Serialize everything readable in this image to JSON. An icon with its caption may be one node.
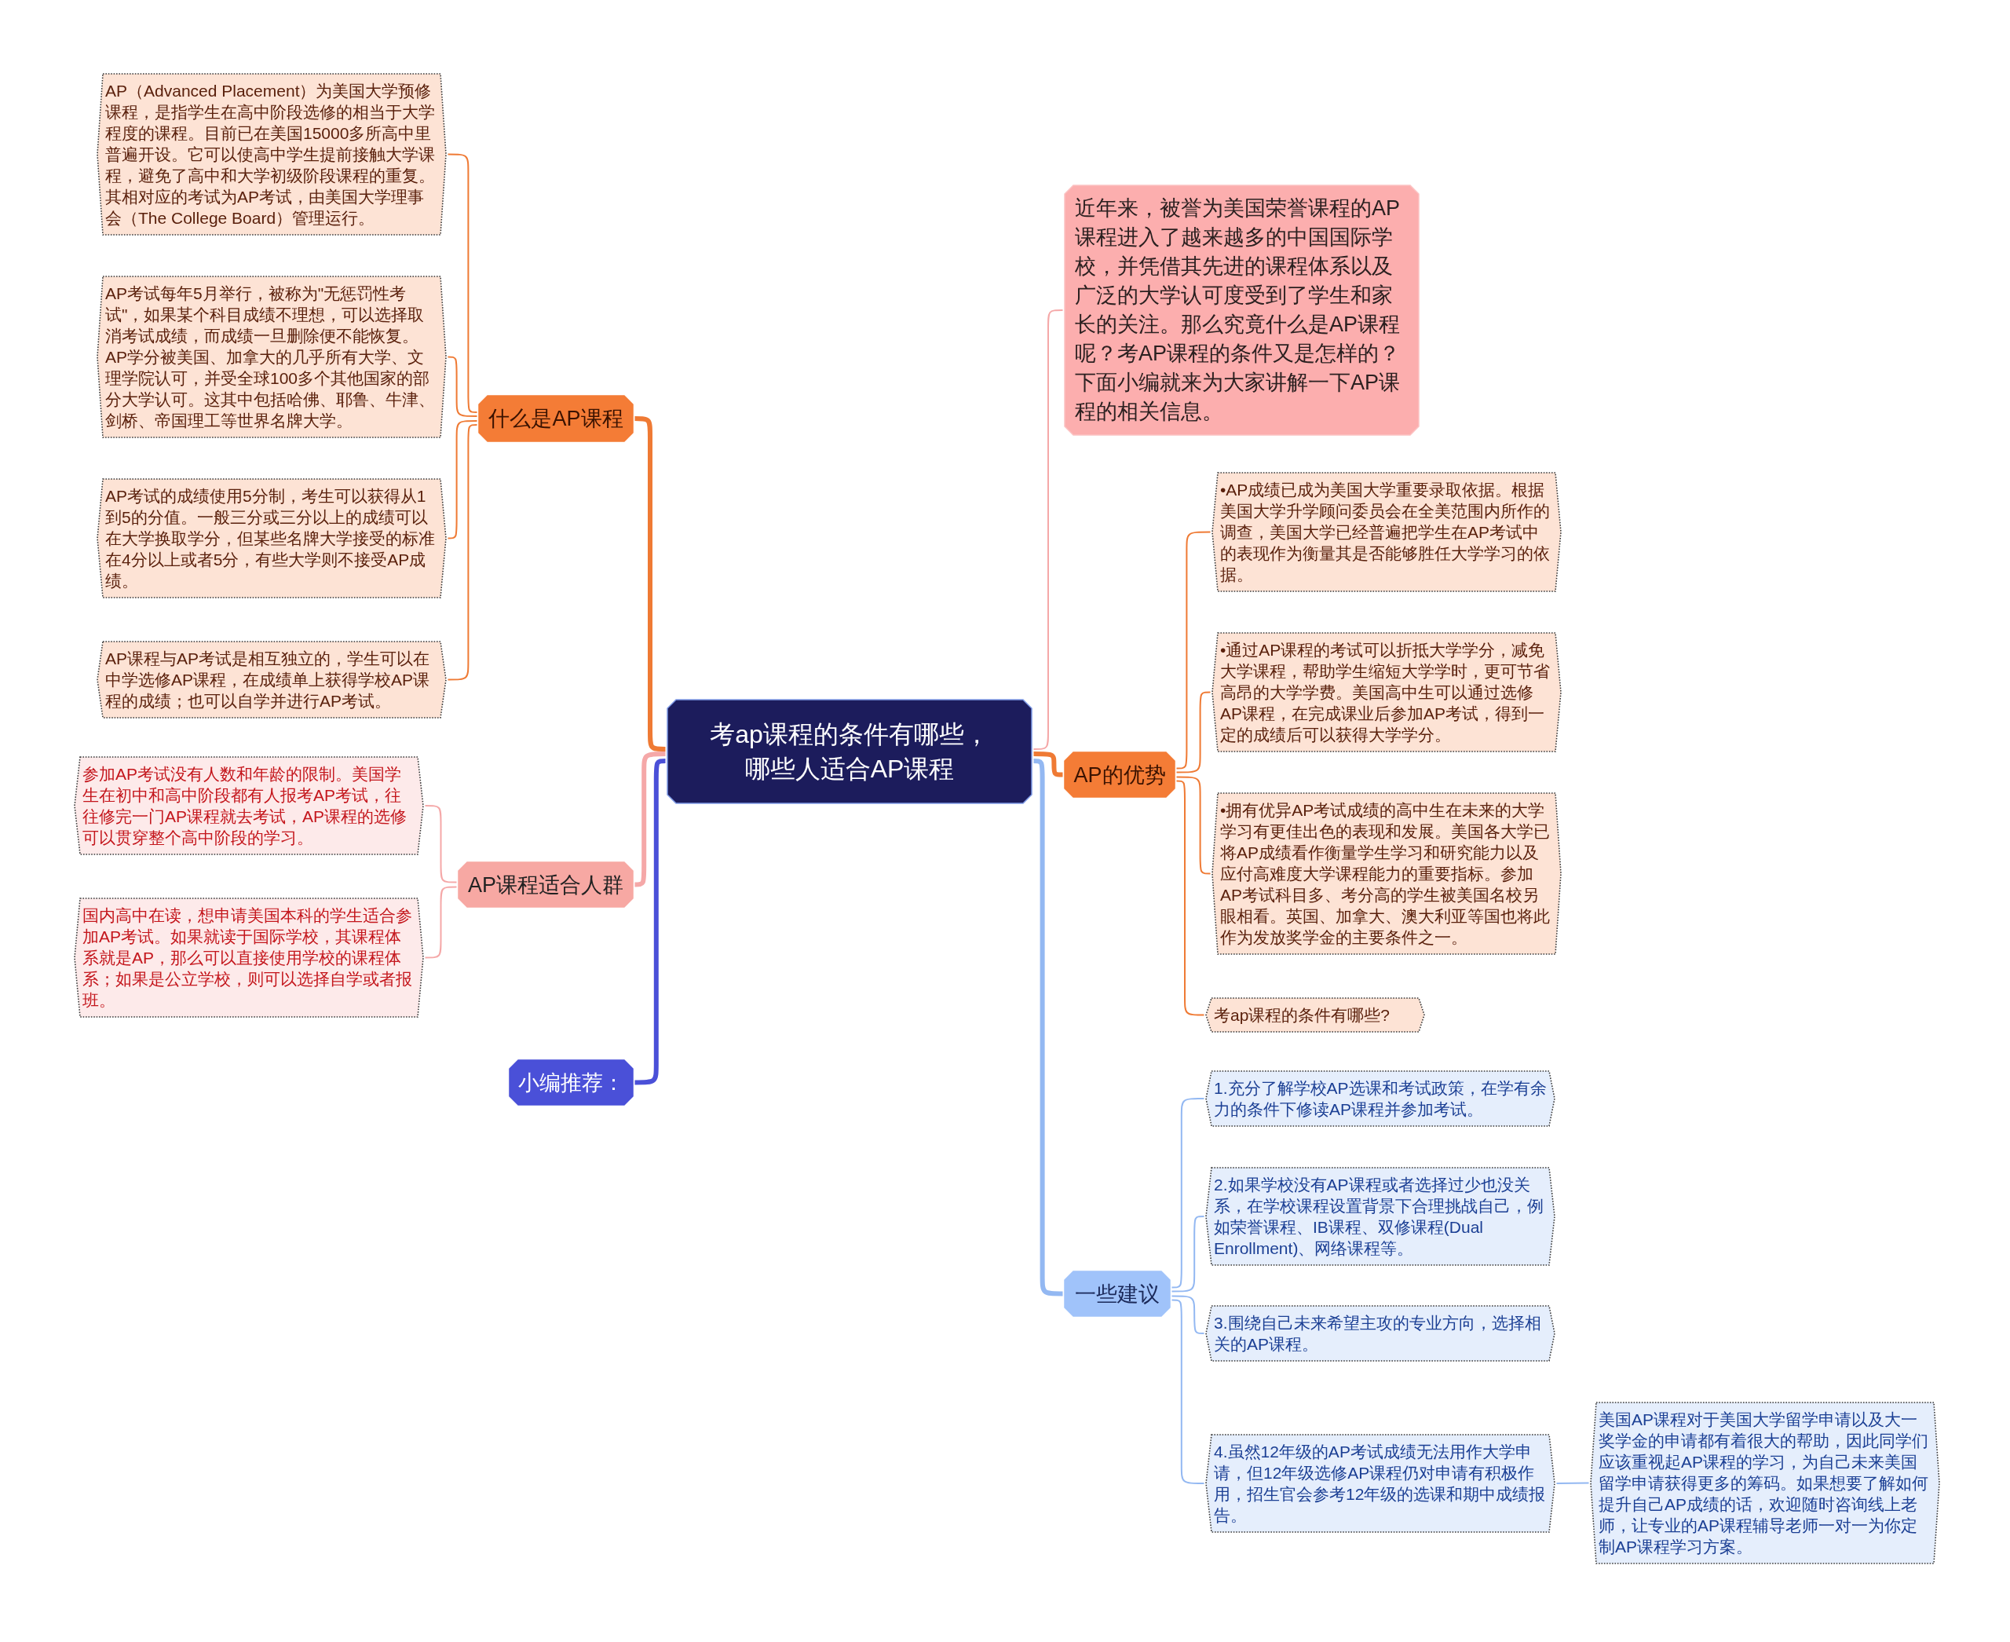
{
  "diagram": {
    "nodes": [
      {
        "text": [
          "考ap课程的条件有哪些，哪些人适合AP课程"
        ]
      },
      {
        "text": [
          "什么是AP课程"
        ]
      },
      {
        "text": [
          "AP（Advanced Placement）为美国大学预修课程，是指学生在高中阶段选修的相当于大学程度的课程。目前已在美国15000多所高中里普遍开设。它可以使高中学生提前接触大学课程，避免了高中和大学初级阶段课程的重复。其相对应的考试为AP考试，由美国大学理事会（The College Board）管理运行。"
        ]
      },
      {
        "text": [
          "AP考试每年5月举行，被称为\"无惩罚性考试\"，如果某个科目成绩不理想，可以选择取消考试成绩，而成绩一旦删除便不能恢复。AP学分被美国、加拿大的几乎所有大学、文理学院认可，并受全球100多个其他国家的部分大学认可。这其中包括哈佛、耶鲁、牛津、剑桥、帝国理工等世界名牌大学。"
        ]
      },
      {
        "text": [
          "AP考试的成绩使用5分制，考生可以获得从1到5的分值。一般三分或三分以上的成绩可以在大学换取学分，但某些名牌大学接受的标准在4分以上或者5分，有些大学则不接受AP成绩。"
        ]
      },
      {
        "text": [
          "AP课程与AP考试是相互独立的，学生可以在中学选修AP课程，在成绩单上获得学校AP课程的成绩；也可以自学并进行AP考试。"
        ]
      },
      {
        "text": [
          "AP课程适合人群"
        ]
      },
      {
        "text": [
          "参加AP考试没有人数和年龄的限制。美国学生在初中和高中阶段都有人报考AP考试，往往修完一门AP课程就去考试，AP课程的选修可以贯穿整个高中阶段的学习。"
        ]
      },
      {
        "text": [
          "国内高中在读，想申请美国本科的学生适合参加AP考试。如果就读于国际学校，其课程体系就是AP，那么可以直接使用学校的课程体系；如果是公立学校，则可以选择自学或者报班。"
        ]
      },
      {
        "text": [
          "小编推荐："
        ]
      },
      {
        "text": [
          "近年来，被誉为美国荣誉课程的AP课程进入了越来越多的中国国际学校，并凭借其先进的课程体系以及广泛的大学认可度受到了学生和家长的关注。那么究竟什么是AP课程呢？考AP课程的条件又是怎样的？下面小编就来为大家讲解一下AP课程的相关信息。"
        ]
      },
      {
        "text": [
          "AP的优势"
        ]
      },
      {
        "text": [
          "•AP成绩已成为美国大学重要录取依据。根据美国大学升学顾问委员会在全美范围内所作的调查，美国大学已经普遍把学生在AP考试中的表现作为衡量其是否能够胜任大学学习的依据。"
        ]
      },
      {
        "text": [
          "•通过AP课程的考试可以折抵大学学分，减免大学课程，帮助学生缩短大学学时，更可节省高昂的大学学费。美国高中生可以通过选修AP课程，在完成课业后参加AP考试，得到一定的成绩后可以获得大学学分。"
        ]
      },
      {
        "text": [
          "•拥有优异AP考试成绩的高中生在未来的大学学习有更佳出色的表现和发展。美国各大学已将AP成绩看作衡量学生学习和研究能力以及应付高难度大学课程能力的重要指标。参加AP考试科目多、考分高的学生被美国名校另眼相看。英国、加拿大、澳大利亚等国也将此作为发放奖学金的主要条件之一。"
        ]
      },
      {
        "text": [
          "考ap课程的条件有哪些?"
        ]
      },
      {
        "text": [
          "一些建议"
        ]
      },
      {
        "text": [
          "1.充分了解学校AP选课和考试政策，在学有余力的条件下修读AP课程并参加考试。"
        ]
      },
      {
        "text": [
          "2.如果学校没有AP课程或者选择过少也没关系，在学校课程设置背景下合理挑战自己，例如荣誉课程、IB课程、双修课程(Dual Enrollment)、网络课程等。"
        ]
      },
      {
        "text": [
          "3.围绕自己未来希望主攻的专业方向，选择相关的AP课程。"
        ]
      },
      {
        "text": [
          "4.虽然12年级的AP考试成绩无法用作大学申请，但12年级选修AP课程仍对申请有积极作用，招生官会参考12年级的选课和期中成绩报告。"
        ]
      },
      {
        "text": [
          "美国AP课程对于美国大学留学申请以及大一奖学金的申请都有着很大的帮助，因此同学们应该重视起AP课程的学习，为自己未来美国留学申请获得更多的筹码。如果想要了解如何提升自己AP成绩的话，欢迎随时咨询线上老师，让专业的AP课程辅导老师一对一为你定制AP课程学习方案。"
        ]
      }
    ],
    "edges": [
      {
        "from": 0,
        "to": 1,
        "arrow": "none",
        "style": "thick"
      },
      {
        "from": 1,
        "to": 2,
        "arrow": "none"
      },
      {
        "from": 1,
        "to": 3,
        "arrow": "none"
      },
      {
        "from": 1,
        "to": 4,
        "arrow": "none"
      },
      {
        "from": 1,
        "to": 5,
        "arrow": "none"
      },
      {
        "from": 0,
        "to": 6,
        "arrow": "none",
        "style": "thick",
        "color": "#f5a8a8"
      },
      {
        "from": 6,
        "to": 7,
        "arrow": "none",
        "color": "#f5a8a8"
      },
      {
        "from": 6,
        "to": 8,
        "arrow": "none",
        "color": "#f5a8a8"
      },
      {
        "from": 0,
        "to": 9,
        "arrow": "none",
        "style": "thick",
        "color": "#4a50d8"
      },
      {
        "from": 0,
        "to": 10,
        "arrow": "none",
        "color": "#f5a8a8"
      },
      {
        "from": 0,
        "to": 11,
        "arrow": "none",
        "style": "thick"
      },
      {
        "from": 11,
        "to": 12,
        "arrow": "none"
      },
      {
        "from": 11,
        "to": 13,
        "arrow": "none"
      },
      {
        "from": 11,
        "to": 14,
        "arrow": "none"
      },
      {
        "from": 11,
        "to": 15,
        "arrow": "none"
      },
      {
        "from": 0,
        "to": 16,
        "arrow": "none",
        "style": "thick",
        "color": "#93b8f2"
      },
      {
        "from": 16,
        "to": 17,
        "arrow": "none",
        "color": "#93b8f2"
      },
      {
        "from": 16,
        "to": 18,
        "arrow": "none",
        "color": "#93b8f2"
      },
      {
        "from": 16,
        "to": 19,
        "arrow": "none",
        "color": "#93b8f2"
      },
      {
        "from": 16,
        "to": 20,
        "arrow": "none",
        "color": "#93b8f2"
      },
      {
        "from": 20,
        "to": 21,
        "arrow": "none",
        "color": "#93b8f2"
      }
    ]
  }
}
